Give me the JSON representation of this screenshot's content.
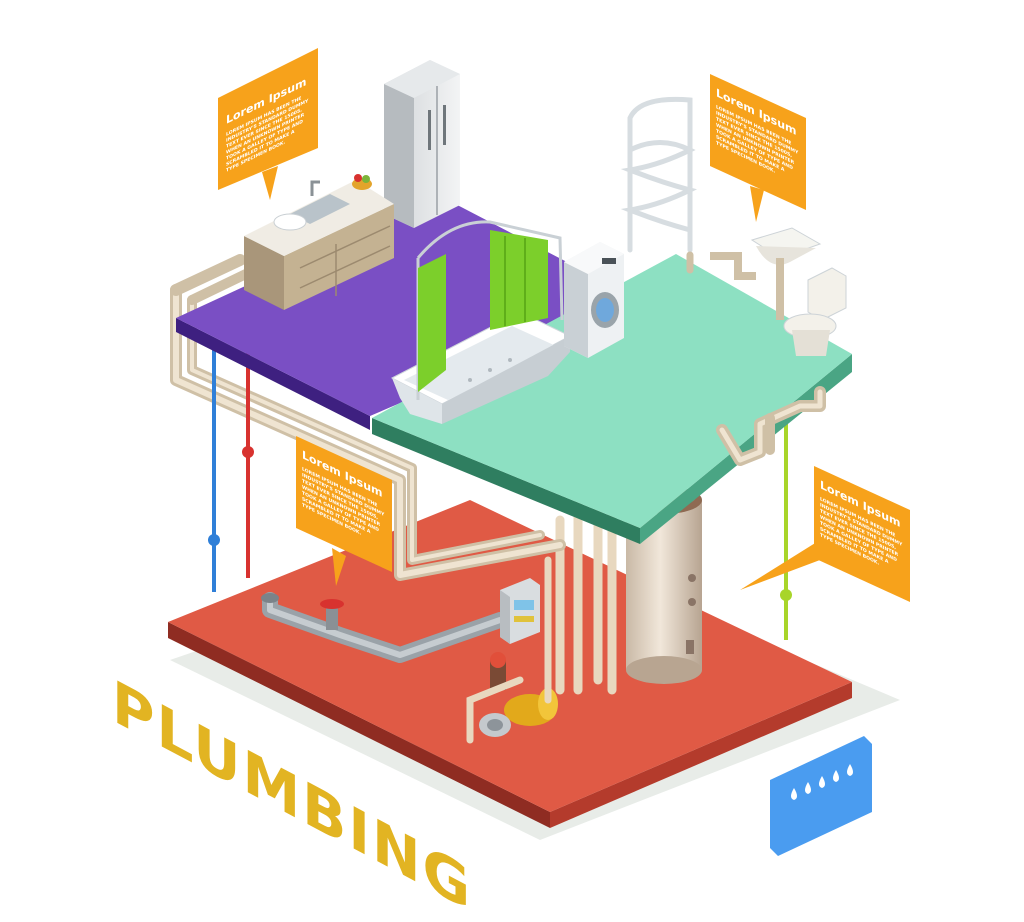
{
  "title": "PLUMBING",
  "callouts": [
    {
      "id": "kitchen",
      "title": "Lorem Ipsum",
      "lines": [
        "LOREM IPSUM HAS BEEN THE",
        "INDUSTRY'S STANDARD DUMMY",
        "TEXT EVER SINCE THE 1500S,",
        "WHEN AN UNKNOWN PRINTER",
        "TOOK A GALLEY OF TYPE AND",
        "SCRAMBLED IT TO MAKE A",
        "TYPE SPECIMEN BOOK."
      ]
    },
    {
      "id": "bathroom",
      "title": "Lorem Ipsum",
      "lines": [
        "LOREM IPSUM HAS BEEN THE",
        "INDUSTRY'S STANDARD DUMMY",
        "TEXT EVER SINCE THE 1500S,",
        "WHEN AN UNKNOWN PRINTER",
        "TOOK A GALLEY OF TYPE AND",
        "SCRAMBLED IT TO MAKE A",
        "TYPE SPECIMEN BOOK."
      ]
    },
    {
      "id": "main-valve",
      "title": "Lorem Ipsum",
      "lines": [
        "LOREM IPSUM HAS BEEN THE",
        "INDUSTRY'S STANDARD DUMMY",
        "TEXT EVER SINCE THE 1500S,",
        "WHEN AN UNKNOWN PRINTER",
        "TOOK A GALLEY OF TYPE AND",
        "SCRAMBLED IT TO MAKE A",
        "TYPE SPECIMEN BOOK."
      ]
    },
    {
      "id": "drain",
      "title": "Lorem Ipsum",
      "lines": [
        "LOREM IPSUM HAS BEEN THE",
        "INDUSTRY'S STANDARD DUMMY",
        "TEXT EVER SINCE THE 1500S,",
        "WHEN AN UNKNOWN PRINTER",
        "TOOK A GALLEY OF TYPE AND",
        "SCRAMBLED IT TO MAKE A",
        "TYPE SPECIMEN BOOK."
      ]
    }
  ],
  "colors": {
    "callout": "#f7a21b",
    "title": "#e2b422",
    "kitchen_floor": "#7a4fc4",
    "bathroom_floor": "#8de0c2",
    "basement_floor": "#e05a45",
    "water_badge": "#4a9cf0",
    "cold_pipe": "#2f7fd8",
    "hot_pipe": "#d8322f",
    "drain_pipe": "#a8d52a"
  },
  "icons": [
    "water-drops-icon"
  ]
}
